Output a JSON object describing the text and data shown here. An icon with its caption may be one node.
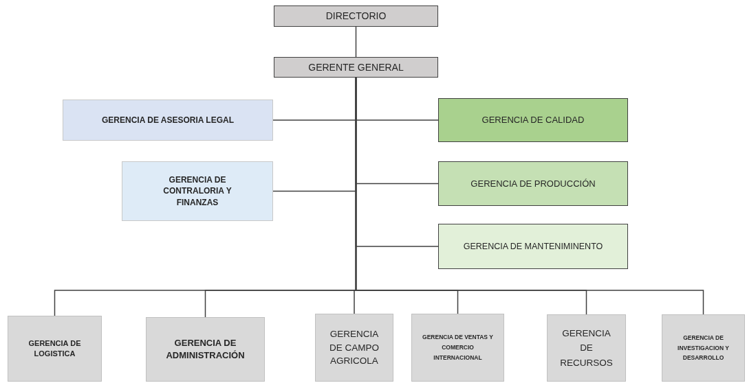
{
  "diagram": {
    "nodes": [
      {
        "text": [
          "DIRECTORIO"
        ]
      },
      {
        "text": [
          "GERENTE GENERAL"
        ]
      },
      {
        "text": [
          "GERENCIA DE ASESORIA LEGAL"
        ]
      },
      {
        "text": [
          "GERENCIA DE CALIDAD"
        ]
      },
      {
        "text": [
          "GERENCIA DE CONTRALORIA Y FINANZAS"
        ]
      },
      {
        "text": [
          "GERENCIA DE PRODUCCIÓN"
        ]
      },
      {
        "text": [
          "GERENCIA DE MANTENIMINENTO"
        ]
      },
      {
        "text": [
          "GERENCIA DE LOGISTICA"
        ]
      },
      {
        "text": [
          "GERENCIA DE ADMINISTRACIÓN"
        ]
      },
      {
        "text": [
          "GERENCIA DE CAMPO AGRICOLA"
        ]
      },
      {
        "text": [
          "GERENCIA DE VENTAS Y COMERCIO INTERNACIONAL"
        ]
      },
      {
        "text": [
          "GERENCIA DE RECURSOS"
        ]
      },
      {
        "text": [
          "GERENCIA DE INVESTIGACION Y DESARROLLO"
        ]
      }
    ],
    "edges": [
      {
        "from": 0,
        "to": 1,
        "arrow": "none"
      },
      {
        "from": 1,
        "to": 2,
        "arrow": "none"
      },
      {
        "from": 1,
        "to": 3,
        "arrow": "none"
      },
      {
        "from": 1,
        "to": 4,
        "arrow": "none"
      },
      {
        "from": 1,
        "to": 5,
        "arrow": "none"
      },
      {
        "from": 1,
        "to": 6,
        "arrow": "none"
      },
      {
        "from": 1,
        "to": 7,
        "arrow": "none"
      },
      {
        "from": 1,
        "to": 8,
        "arrow": "none"
      },
      {
        "from": 1,
        "to": 9,
        "arrow": "none"
      },
      {
        "from": 1,
        "to": 10,
        "arrow": "none"
      },
      {
        "from": 1,
        "to": 11,
        "arrow": "none"
      },
      {
        "from": 1,
        "to": 12,
        "arrow": "none"
      }
    ]
  }
}
